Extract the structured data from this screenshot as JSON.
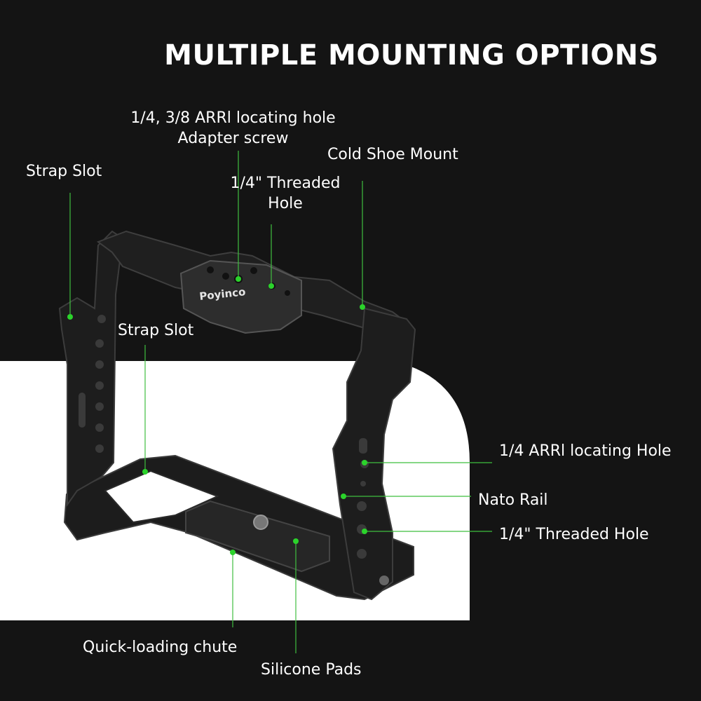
{
  "title": "MULTIPLE MOUNTING OPTIONS",
  "brand": "Poyinco",
  "labels": {
    "arri_adapter_line1": "1/4, 3/8 ARRl locating hole",
    "arri_adapter_line2": "Adapter screw",
    "cold_shoe": "Cold Shoe Mount",
    "strap_slot_top": "Strap Slot",
    "threaded_top_line1": "1/4\" Threaded",
    "threaded_top_line2": "Hole",
    "strap_slot_mid": "Strap Slot",
    "arri_locating": "1/4 ARRl locating Hole",
    "nato_rail": "Nato Rail",
    "threaded_side": "1/4\" Threaded Hole",
    "quick_loading": "Quick-loading chute",
    "silicone_pads": "Silicone Pads"
  },
  "colors": {
    "background": "#141414",
    "panel": "#ffffff",
    "accent": "#2bd32b",
    "text": "#ffffff",
    "cage": "#1b1b1b"
  }
}
